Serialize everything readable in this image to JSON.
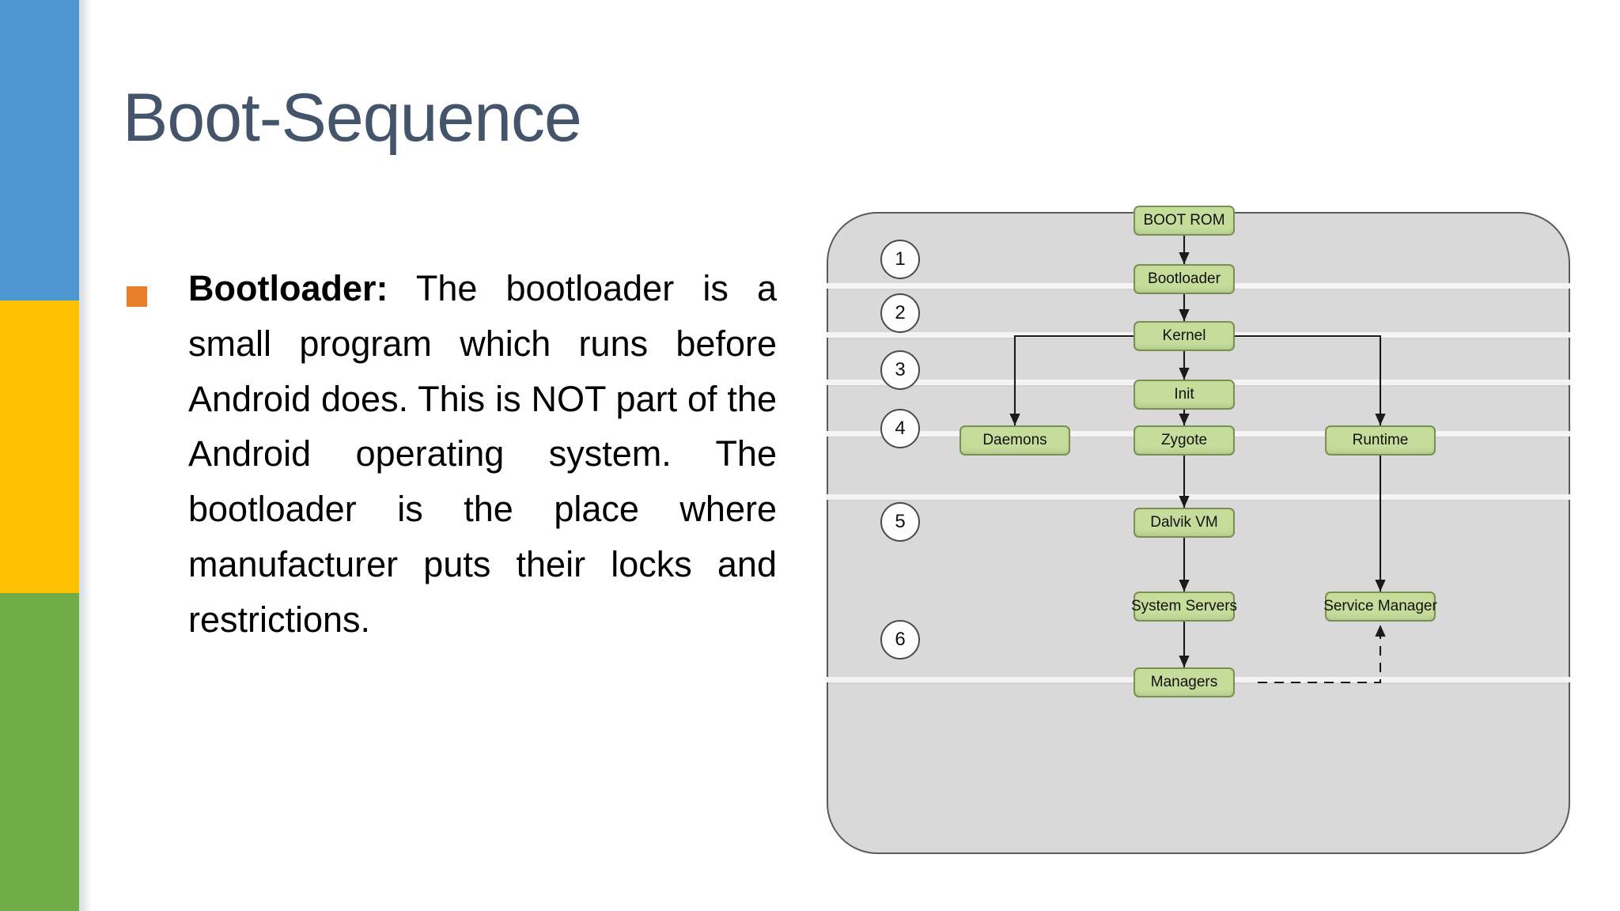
{
  "slide": {
    "title": "Boot-Sequence",
    "title_color": "#44546A",
    "background": "#FFFFFF"
  },
  "accent_bars": [
    {
      "name": "blue-band",
      "color": "#4E96D2"
    },
    {
      "name": "yellow-band",
      "color": "#FFC000"
    },
    {
      "name": "green-band",
      "color": "#70AD47"
    }
  ],
  "body": {
    "bullet_color": "#E8802B",
    "lead": "Bootloader:",
    "text": " The bootloader is a small program which runs before Android does. This is NOT part of the Android operating system. The bootloader is the place where manufacturer puts their locks and restrictions."
  },
  "diagram": {
    "container_fill": "#D9D9D9",
    "container_border": "#5A5A5A",
    "node_fill": "#C5DC9B",
    "node_border": "#7A8F52",
    "steps": [
      {
        "label": "1"
      },
      {
        "label": "2"
      },
      {
        "label": "3"
      },
      {
        "label": "4"
      },
      {
        "label": "5"
      },
      {
        "label": "6"
      }
    ],
    "nodes": [
      {
        "id": "boot-rom",
        "label": "BOOT ROM"
      },
      {
        "id": "bootloader",
        "label": "Bootloader"
      },
      {
        "id": "kernel",
        "label": "Kernel"
      },
      {
        "id": "init",
        "label": "Init"
      },
      {
        "id": "daemons",
        "label": "Daemons"
      },
      {
        "id": "zygote",
        "label": "Zygote"
      },
      {
        "id": "runtime",
        "label": "Runtime"
      },
      {
        "id": "dalvik-vm",
        "label": "Dalvik VM"
      },
      {
        "id": "system-servers",
        "label": "System Servers"
      },
      {
        "id": "service-manager",
        "label": "Service Manager"
      },
      {
        "id": "managers",
        "label": "Managers"
      }
    ],
    "edges": [
      {
        "from": "boot-rom",
        "to": "bootloader",
        "style": "solid"
      },
      {
        "from": "bootloader",
        "to": "kernel",
        "style": "solid"
      },
      {
        "from": "kernel",
        "to": "init",
        "style": "solid"
      },
      {
        "from": "kernel",
        "to": "daemons",
        "style": "solid"
      },
      {
        "from": "kernel",
        "to": "runtime",
        "style": "solid"
      },
      {
        "from": "init",
        "to": "zygote",
        "style": "solid"
      },
      {
        "from": "zygote",
        "to": "dalvik-vm",
        "style": "solid"
      },
      {
        "from": "dalvik-vm",
        "to": "system-servers",
        "style": "solid"
      },
      {
        "from": "runtime",
        "to": "service-manager",
        "style": "solid"
      },
      {
        "from": "system-servers",
        "to": "managers",
        "style": "solid"
      },
      {
        "from": "managers",
        "to": "service-manager",
        "style": "dashed"
      }
    ]
  }
}
